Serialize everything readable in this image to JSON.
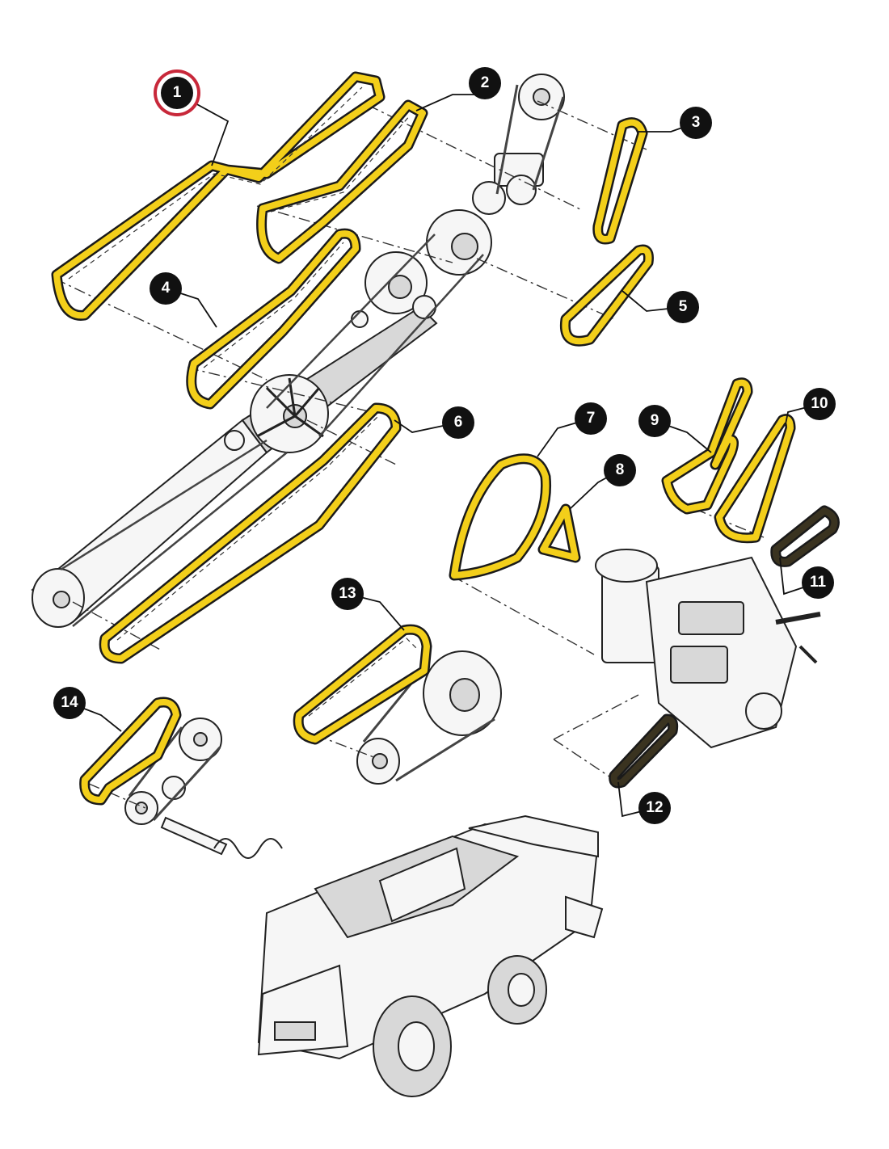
{
  "colors": {
    "belt_yellow": "#f3cf1a",
    "badge_fill": "#111111",
    "badge_text": "#ffffff",
    "selected_ring": "#c8283a"
  },
  "callouts": [
    {
      "label": "1",
      "selected": true
    },
    {
      "label": "2",
      "selected": false
    },
    {
      "label": "3",
      "selected": false
    },
    {
      "label": "4",
      "selected": false
    },
    {
      "label": "5",
      "selected": false
    },
    {
      "label": "6",
      "selected": false
    },
    {
      "label": "7",
      "selected": false
    },
    {
      "label": "8",
      "selected": false
    },
    {
      "label": "9",
      "selected": false
    },
    {
      "label": "10",
      "selected": false
    },
    {
      "label": "11",
      "selected": false
    },
    {
      "label": "12",
      "selected": false
    },
    {
      "label": "13",
      "selected": false
    },
    {
      "label": "14",
      "selected": false
    }
  ],
  "icons": [
    "combine-harvester-icon",
    "engine-icon",
    "pulley-icon",
    "auger-icon"
  ]
}
